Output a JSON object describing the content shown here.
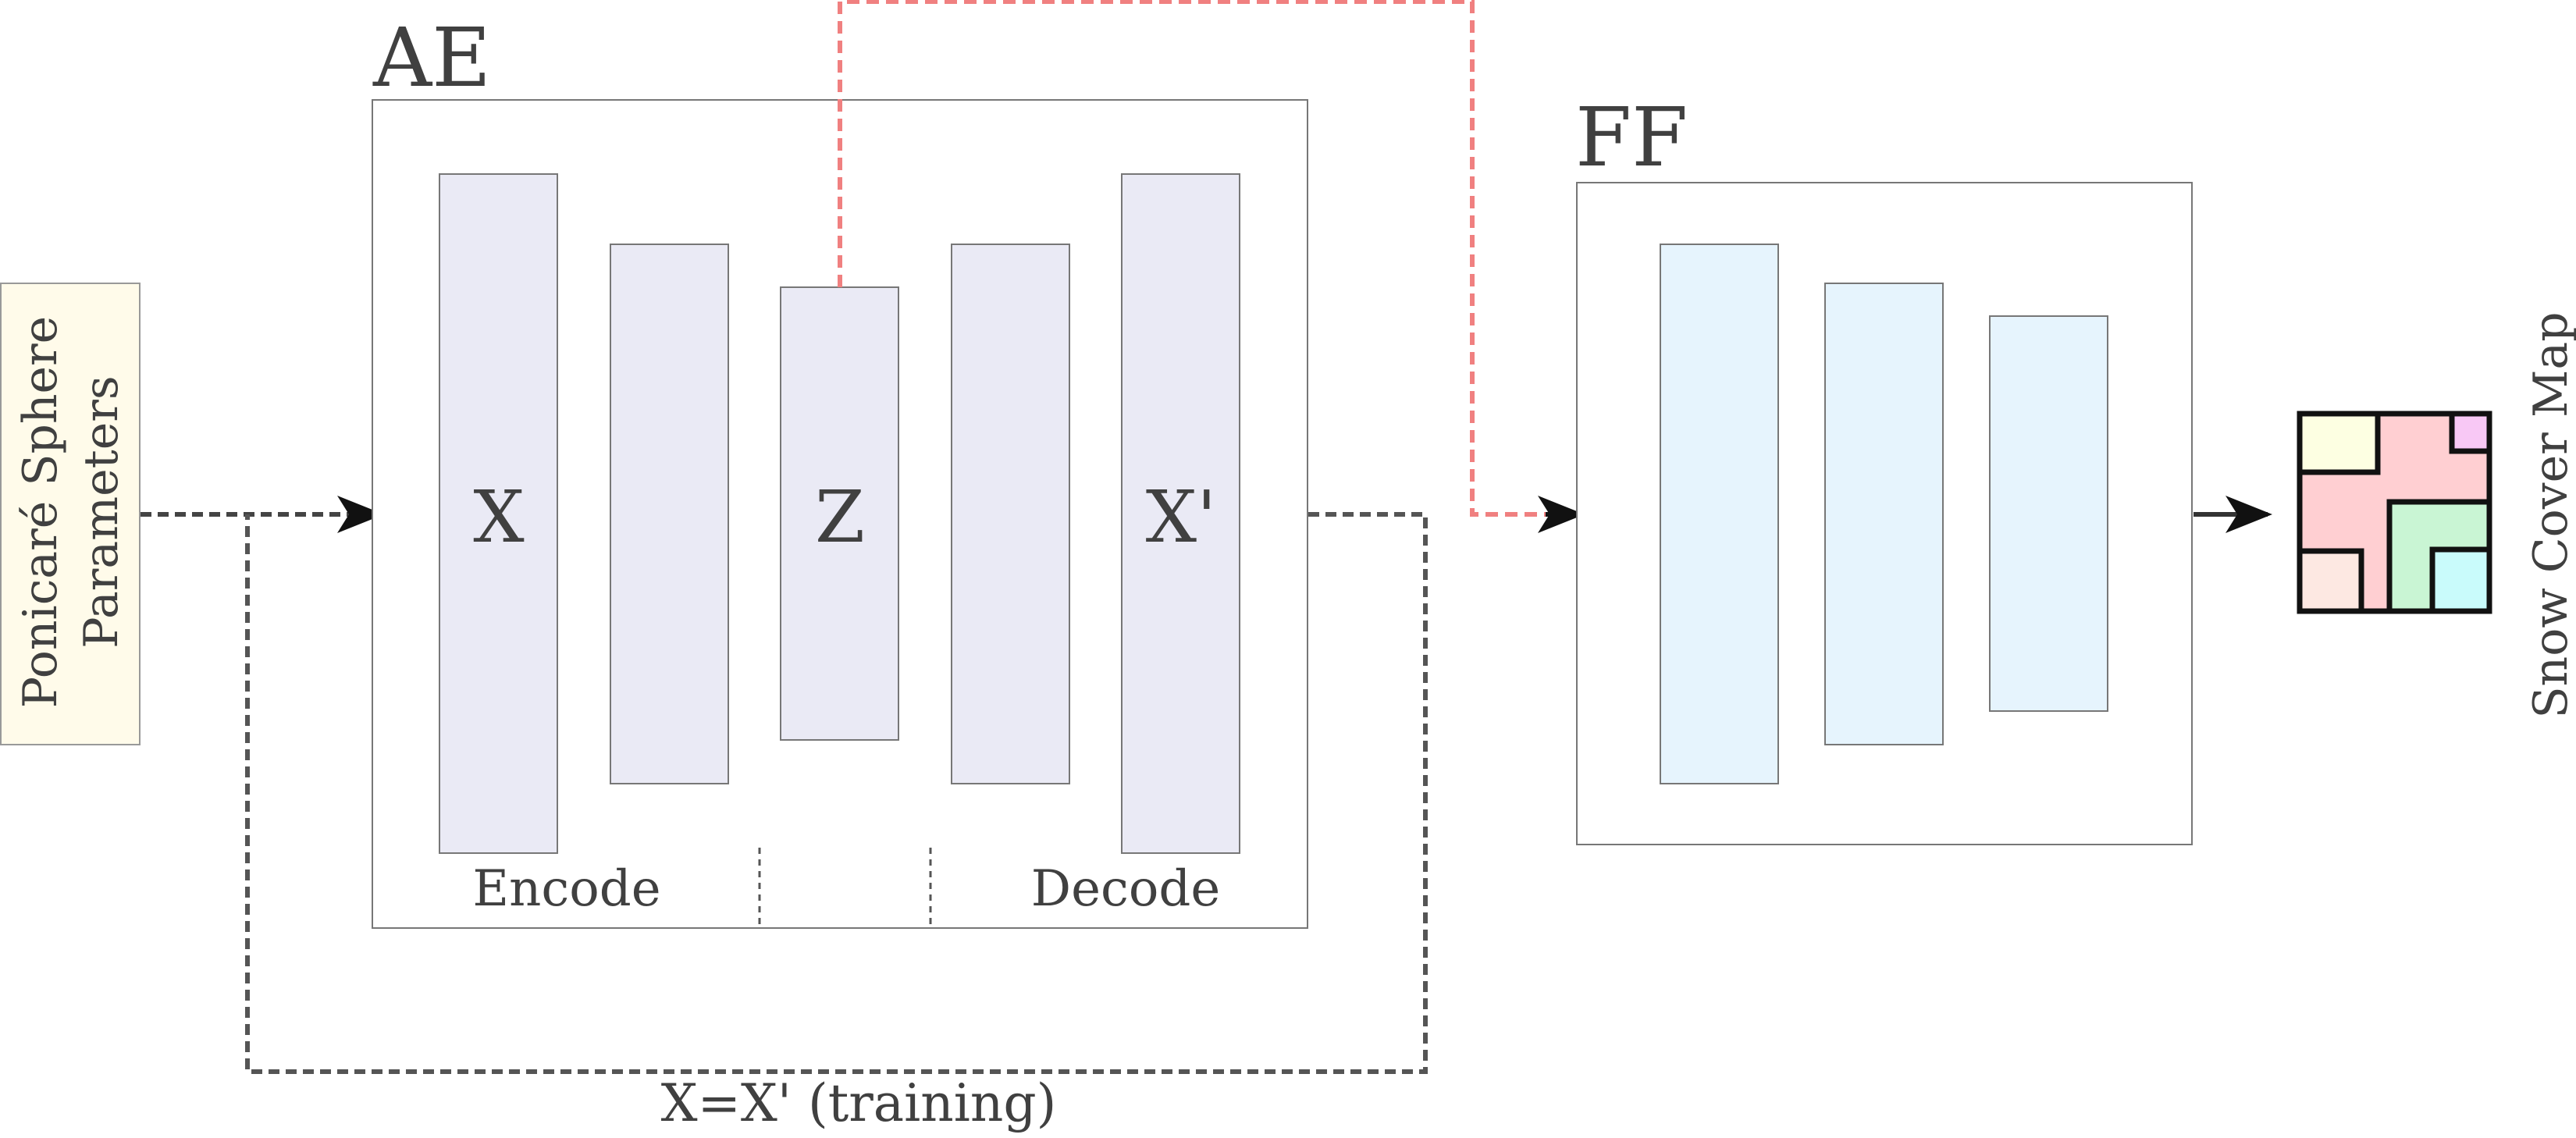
{
  "ae": {
    "title": "AE",
    "x_label": "X",
    "z_label": "Z",
    "xprime_label": "X'",
    "encode_label": "Encode",
    "decode_label": "Decode"
  },
  "ff": {
    "title": "FF"
  },
  "input": {
    "line1": "Ponicaré Sphere",
    "line2": "Parameters"
  },
  "output": {
    "label": "Snow Cover Map"
  },
  "training": {
    "label": "X=X' (training)"
  },
  "colors": {
    "ae_layer_fill": "#eaeaf5",
    "ff_layer_fill": "#e6f4fd",
    "input_box_fill": "#fffbea",
    "latent_link": "#f08080",
    "dashed_link": "#555555",
    "map_colors": [
      "#ffcfd2",
      "#fdffe2",
      "#f8c8f5",
      "#c9f5d4",
      "#fde8e2",
      "#c9fbfb"
    ]
  }
}
